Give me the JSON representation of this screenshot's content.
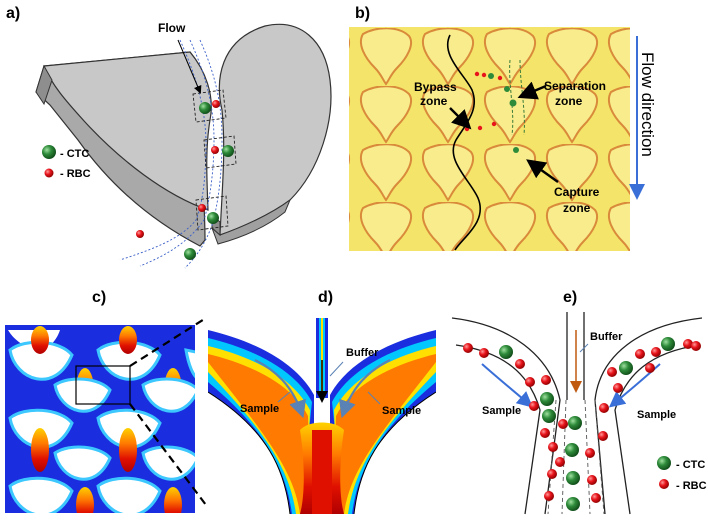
{
  "panels": {
    "a": {
      "label": "a)",
      "flow_label": "Flow",
      "legend": [
        {
          "text": "- CTC",
          "color": "#2e8b3a"
        },
        {
          "text": "- RBC",
          "color": "#e8141b"
        }
      ]
    },
    "b": {
      "label": "b)",
      "bypass_label": [
        "Bypass",
        "zone"
      ],
      "separation_label": [
        "Separation",
        "zone"
      ],
      "capture_label": [
        "Capture",
        "zone"
      ],
      "flow_direction": "Flow direction"
    },
    "c": {
      "label": "c)"
    },
    "d": {
      "label": "d)",
      "buffer": "Buffer",
      "sample_left": "Sample",
      "sample_right": "Sample"
    },
    "e": {
      "label": "e)",
      "buffer": "Buffer",
      "sample_left": "Sample",
      "sample_right": "Sample",
      "legend": [
        {
          "text": "- CTC",
          "color": "#2e8b3a"
        },
        {
          "text": "- RBC",
          "color": "#e8141b"
        }
      ]
    }
  },
  "colors": {
    "ctc": "#2e8b3a",
    "rbc": "#e8141b",
    "chip_gray": "#c8c8c8",
    "yellow_bg": "#f5e46a",
    "jet_blue": "#1e3cff",
    "jet_red": "#d40000"
  }
}
